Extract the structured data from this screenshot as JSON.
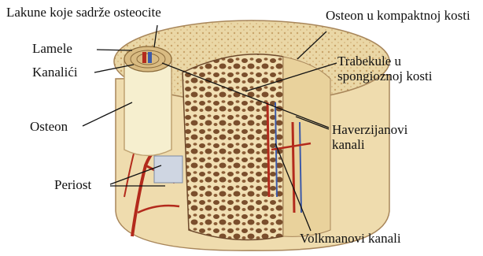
{
  "labels": {
    "lacunae": "Lakune koje sadrže osteocite",
    "lamellae": "Lamele",
    "canaliculi": "Kanalići",
    "osteon": "Osteon",
    "periosteum": "Periost",
    "osteon_compact": "Osteon u kompaktnoj kosti",
    "trabeculae": "Trabekule u spongioznoj kosti",
    "haversian": "Haverzijanovi kanali",
    "volkmann": "Volkmanovi kanali"
  },
  "colors": {
    "bone_light": "#f3e7c4",
    "bone_mid": "#e6cf97",
    "bone_dark": "#c7a565",
    "spongy_dark": "#7a4e2c",
    "vessel_red": "#b32a1c",
    "vessel_blue": "#3d5aa8",
    "line": "#111111"
  }
}
